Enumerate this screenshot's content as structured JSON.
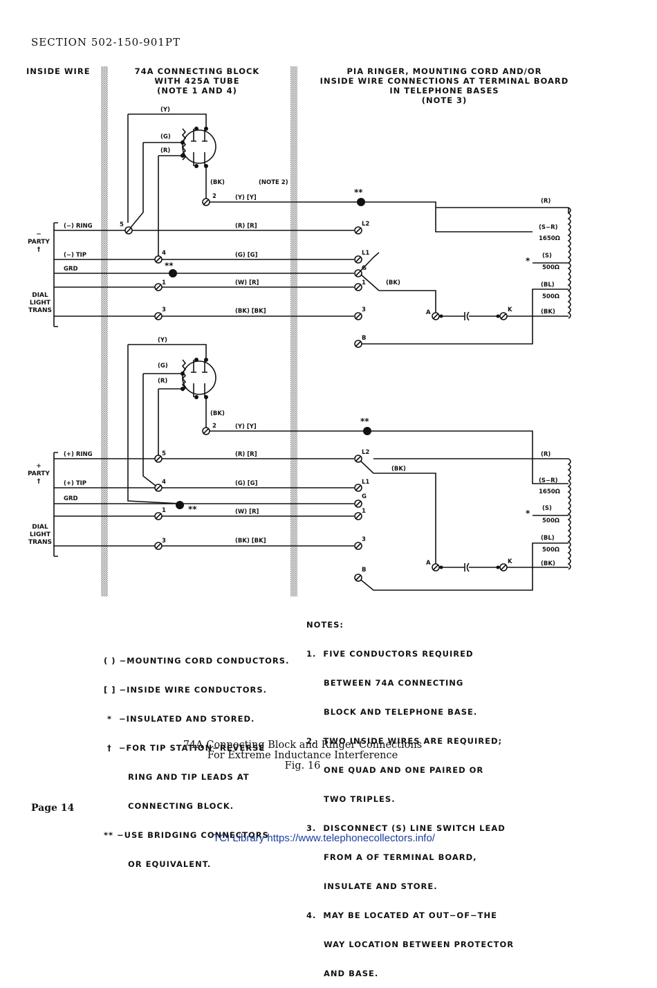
{
  "header": {
    "section": "SECTION 502-150-901PT"
  },
  "columns": {
    "inside_wire": "INSIDE WIRE",
    "block_line1": "74A CONNECTING BLOCK",
    "block_line2": "WITH 425A TUBE",
    "block_line3": "(NOTE 1 AND 4)",
    "ringer_line1": "PIA RINGER, MOUNTING CORD AND/OR",
    "ringer_line2": "INSIDE WIRE CONNECTIONS AT TERMINAL BOARD",
    "ringer_line3": "IN TELEPHONE BASES",
    "ringer_line4": "(NOTE 3)"
  },
  "side_labels": {
    "minus_party": "PARTY",
    "minus_sign": "−",
    "dagger": "†",
    "plus_party": "PARTY",
    "plus_sign": "+",
    "dial1": "DIAL",
    "dial2": "LIGHT",
    "dial3": "TRANS"
  },
  "wire_labels": {
    "ring_minus": "(−) RING",
    "tip_minus": "(−) TIP",
    "ring_plus": "(+) RING",
    "tip_plus": "(+) TIP",
    "grd": "GRD",
    "y": "(Y)",
    "g": "(G)",
    "r": "(R)",
    "bk": "(BK)",
    "note2": "(NOTE 2)",
    "y_pair": "(Y)  [Y]",
    "r_pair": "(R)  [R]",
    "g_pair": "(G)  [G]",
    "w_pair": "(W)  [R]",
    "bk_pair": "(BK)  [BK]",
    "s_r": "(S−R)",
    "ohm1650": "1650Ω",
    "s": "(S)",
    "ohm500": "500Ω",
    "bl": "(BL)",
    "bk_ringer": "(BK)",
    "stars": "**",
    "star": "*"
  },
  "terminals": {
    "t1": "1",
    "t2": "2",
    "t3": "3",
    "t4": "4",
    "t5": "5",
    "l1": "L1",
    "l2": "L2",
    "g": "G",
    "a": "A",
    "b": "B",
    "k": "K"
  },
  "legend": {
    "line1": "( ) −MOUNTING CORD CONDUCTORS.",
    "line2": "[ ] −INSIDE WIRE CONDUCTORS.",
    "line3": " *  −INSULATED AND STORED.",
    "line4": " †  −FOR TIP STATION−REVERSE",
    "line5": "       RING AND TIP LEADS AT",
    "line6": "       CONNECTING BLOCK.",
    "line7": "** −USE BRIDGING CONNECTORS",
    "line8": "       OR EQUIVALENT."
  },
  "notes": {
    "title": "NOTES:",
    "n1a": "1.  FIVE CONDUCTORS REQUIRED",
    "n1b": "     BETWEEN 74A CONNECTING",
    "n1c": "     BLOCK AND TELEPHONE BASE.",
    "n2a": "2.  TWO INSIDE WIRES ARE REQUIRED;",
    "n2b": "     ONE QUAD AND ONE PAIRED OR",
    "n2c": "     TWO TRIPLES.",
    "n3a": "3.  DISCONNECT (S) LINE SWITCH LEAD",
    "n3b": "     FROM A OF TERMINAL BOARD,",
    "n3c": "     INSULATE AND STORE.",
    "n4a": "4.  MAY BE LOCATED AT OUT−OF−THE",
    "n4b": "     WAY LOCATION BETWEEN PROTECTOR",
    "n4c": "     AND BASE."
  },
  "caption": {
    "line1": "74A  Connecting Block and Ringer Connections",
    "line2": "For Extreme Inductance Interference",
    "line3": "Fig. 16"
  },
  "page": "Page 14",
  "footer": "TCI Library https://www.telephonecollectors.info/"
}
